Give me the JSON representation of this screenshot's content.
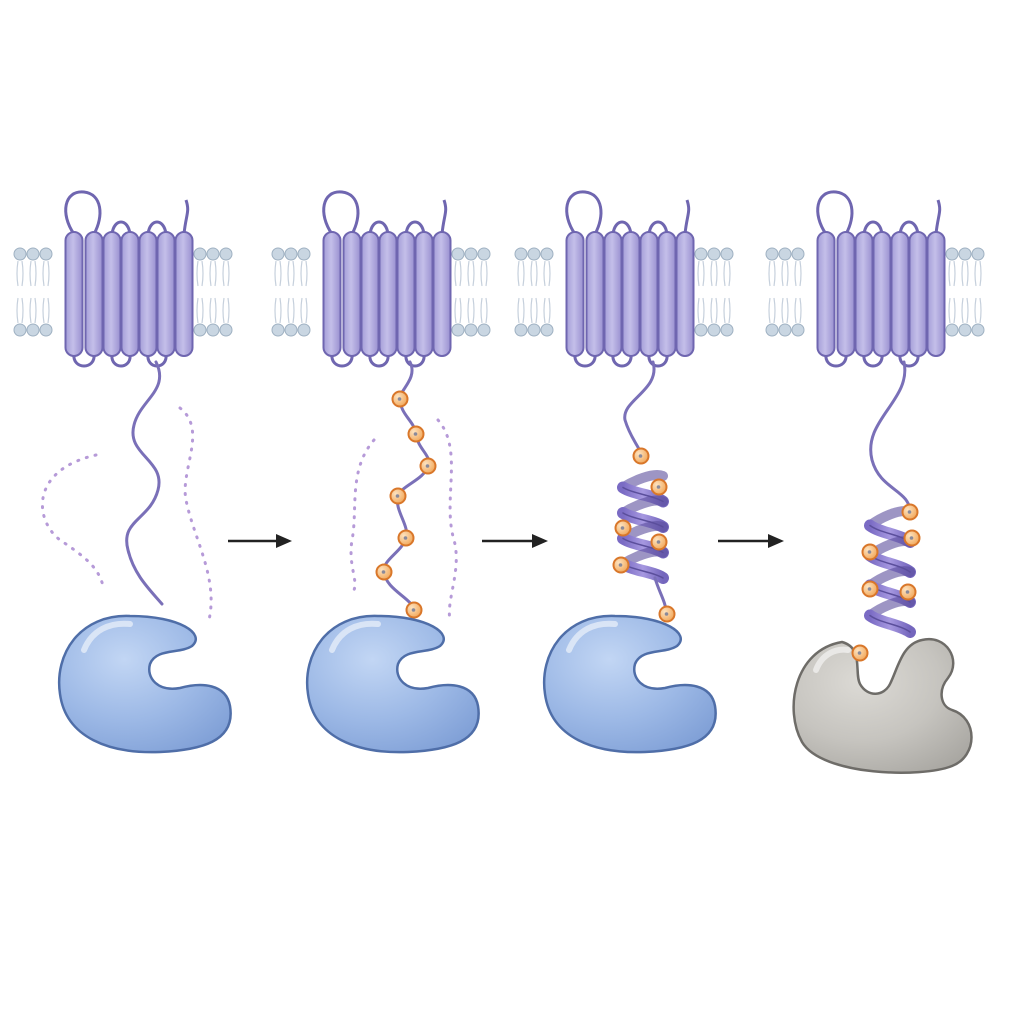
{
  "figure": {
    "background_color": "#ffffff",
    "colors": {
      "receptor_fill": "#b3ade0",
      "receptor_stroke": "#6f66b0",
      "tail_stroke": "#7a70b8",
      "lipid_head": "#c9d6e2",
      "lipid_head_stroke": "#9fb1c2",
      "lipid_tail": "#c6d0dc",
      "dots": "#b69ad8",
      "phospho_fill": "#f4b268",
      "phospho_stroke": "#d9772a",
      "helix_fill": "#8f7fd1",
      "helix_stroke": "#5b4f9c",
      "effector_blue_fill": "#9db9e6",
      "effector_blue_stroke": "#4f6ea8",
      "effector_gray_fill": "#c6c4bf",
      "effector_gray_stroke": "#6e6c68",
      "arrow": "#222222"
    },
    "panels": [
      {
        "name": "panel-1",
        "description_state": "disordered",
        "tail_form": "disordered",
        "phosphorylation_sites": 0,
        "effector": "blue",
        "dotted_ensemble": true
      },
      {
        "name": "panel-2",
        "description_state": "phosphorylated-disordered",
        "tail_form": "disordered",
        "phosphorylation_sites": 7,
        "effector": "blue",
        "dotted_ensemble": true
      },
      {
        "name": "panel-3",
        "description_state": "helical",
        "tail_form": "helix",
        "phosphorylation_sites": 6,
        "effector": "blue",
        "dotted_ensemble": false
      },
      {
        "name": "panel-4",
        "description_state": "bound",
        "tail_form": "helix",
        "phosphorylation_sites": 6,
        "effector": "gray",
        "dotted_ensemble": false
      }
    ],
    "arrows": [
      {
        "name": "arrow-1-to-2",
        "icon": "right-arrow-icon"
      },
      {
        "name": "arrow-2-to-3",
        "icon": "right-arrow-icon"
      },
      {
        "name": "arrow-3-to-4",
        "icon": "right-arrow-icon"
      }
    ]
  }
}
